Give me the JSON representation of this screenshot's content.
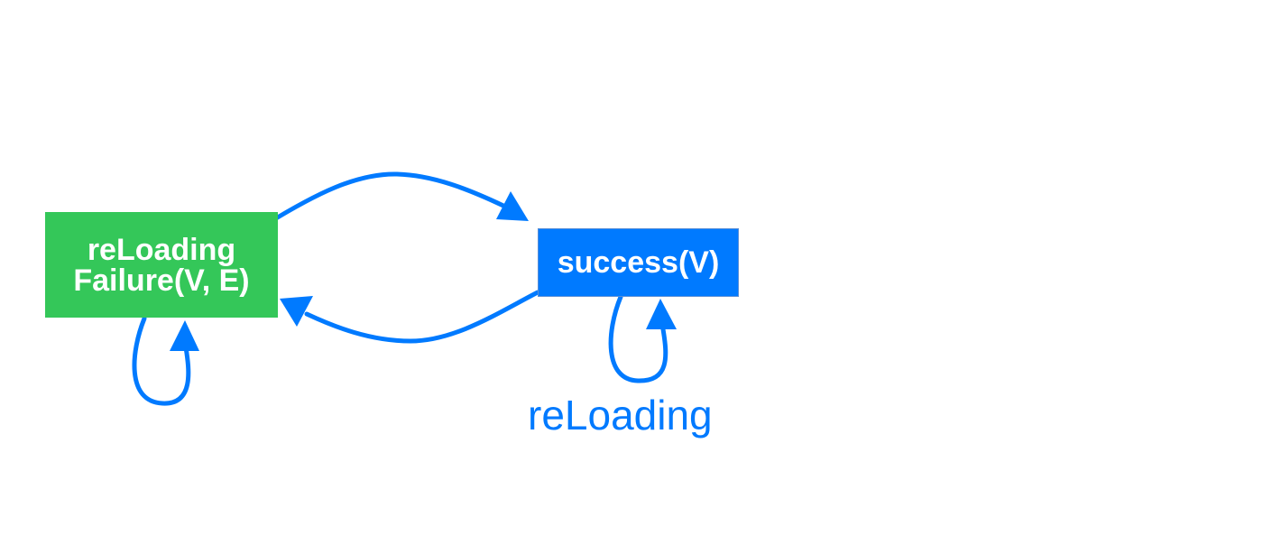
{
  "colors": {
    "failure_node": "#34c759",
    "success_node": "#007aff",
    "edge": "#007aff",
    "node_text": "#ffffff",
    "label_text": "#007aff"
  },
  "nodes": {
    "reloading_failure": {
      "line1": "reLoading",
      "line2": "Failure(V, E)"
    },
    "success": {
      "label": "success(V)"
    }
  },
  "edge_labels": {
    "success_self_loop": "reLoading"
  }
}
